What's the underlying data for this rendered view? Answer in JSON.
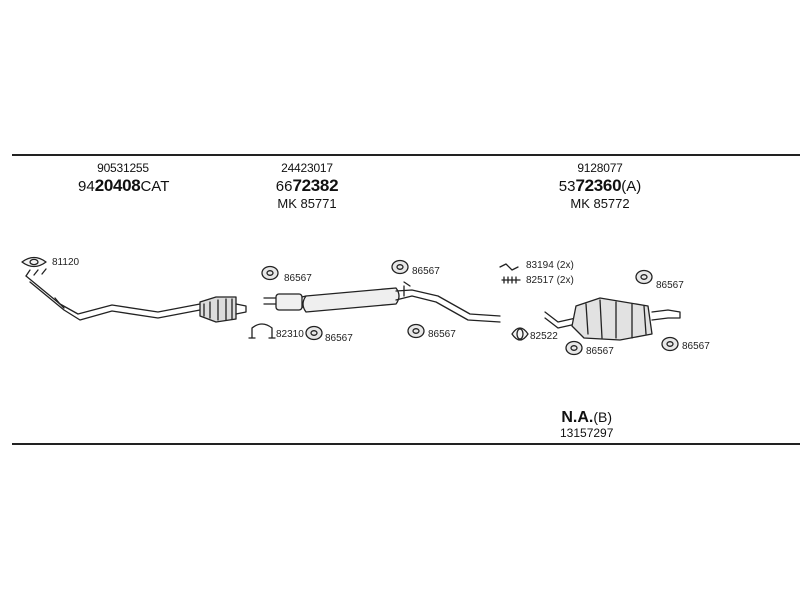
{
  "groups": [
    {
      "small": "90531255",
      "prefix": "94",
      "bold": "20408",
      "suffix": "CAT",
      "mk": ""
    },
    {
      "small": "24423017",
      "prefix": "66",
      "bold": "72382",
      "suffix": "",
      "mk": "MK 85771"
    },
    {
      "small": "9128077",
      "prefix": "53",
      "bold": "72360",
      "suffix": "(A)",
      "mk": "MK 85772"
    }
  ],
  "labels": {
    "p81120": "81120",
    "p86567_a": "86567",
    "p82310": "82310",
    "p86567_b": "86567",
    "p86567_c": "86567",
    "p86567_d": "86567",
    "p83194": "83194 (2x)",
    "p82517": "82517 (2x)",
    "p82522": "82522",
    "p86567_e": "86567",
    "p86567_f": "86567",
    "p86567_g": "86567"
  },
  "na": {
    "title": "N.A.",
    "suffix": "(B)",
    "number": "13157297"
  }
}
